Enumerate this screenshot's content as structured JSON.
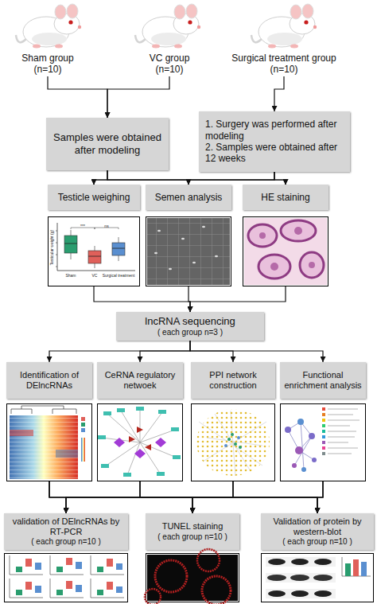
{
  "diagram": {
    "nodes": [
      {
        "text": [
          "Sham group (n=10)"
        ]
      },
      {
        "text": [
          "VC group (n=10)"
        ]
      },
      {
        "text": [
          "Surgical treatment group (n=10)"
        ]
      },
      {
        "text": [
          "Samples were obtained after modeling"
        ]
      },
      {
        "text": [
          "1. Surgery was performed after modeling",
          "2. Samples were obtained after 12 weeks"
        ]
      },
      {
        "text": [
          "Testicle weighing"
        ]
      },
      {
        "text": [
          "Semen analysis"
        ]
      },
      {
        "text": [
          "HE staining"
        ]
      },
      {
        "text": [
          "lncRNA sequencing",
          "( each group n=3 )"
        ]
      },
      {
        "text": [
          "Identification of DElncRNAs"
        ]
      },
      {
        "text": [
          "CeRNA regulatory netwoek"
        ]
      },
      {
        "text": [
          "PPI network construction"
        ]
      },
      {
        "text": [
          "Functional enrichment analysis"
        ]
      },
      {
        "text": [
          "validation of DElncRNAs by RT-PCR",
          "( each group n=10 )"
        ]
      },
      {
        "text": [
          "TUNEL staining",
          "( each group n=10 )"
        ]
      },
      {
        "text": [
          "Validation of protein by western-blot",
          "( each group n=10 )"
        ]
      }
    ],
    "edges": [
      {
        "from": 0,
        "to": 3,
        "arrow": "to"
      },
      {
        "from": 1,
        "to": 3,
        "arrow": "to"
      },
      {
        "from": 2,
        "to": 4,
        "arrow": "to"
      },
      {
        "from": 3,
        "to": 5,
        "arrow": "to"
      },
      {
        "from": 3,
        "to": 6,
        "arrow": "to"
      },
      {
        "from": 3,
        "to": 7,
        "arrow": "to"
      },
      {
        "from": 4,
        "to": 5,
        "arrow": "to"
      },
      {
        "from": 4,
        "to": 6,
        "arrow": "to"
      },
      {
        "from": 4,
        "to": 7,
        "arrow": "to"
      },
      {
        "from": 5,
        "to": 8,
        "arrow": "to"
      },
      {
        "from": 6,
        "to": 8,
        "arrow": "to"
      },
      {
        "from": 7,
        "to": 8,
        "arrow": "to"
      },
      {
        "from": 8,
        "to": 9,
        "arrow": "to"
      },
      {
        "from": 8,
        "to": 10,
        "arrow": "to"
      },
      {
        "from": 8,
        "to": 11,
        "arrow": "to"
      },
      {
        "from": 8,
        "to": 12,
        "arrow": "to"
      },
      {
        "from": 9,
        "to": 13,
        "arrow": "to"
      },
      {
        "from": 9,
        "to": 14,
        "arrow": "to"
      },
      {
        "from": 9,
        "to": 15,
        "arrow": "to"
      },
      {
        "from": 10,
        "to": 13,
        "arrow": "to"
      },
      {
        "from": 10,
        "to": 14,
        "arrow": "to"
      },
      {
        "from": 10,
        "to": 15,
        "arrow": "to"
      },
      {
        "from": 11,
        "to": 13,
        "arrow": "to"
      },
      {
        "from": 11,
        "to": 14,
        "arrow": "to"
      },
      {
        "from": 11,
        "to": 15,
        "arrow": "to"
      },
      {
        "from": 12,
        "to": 13,
        "arrow": "to"
      },
      {
        "from": 12,
        "to": 14,
        "arrow": "to"
      },
      {
        "from": 12,
        "to": 15,
        "arrow": "to"
      }
    ],
    "labels": [
      "***",
      "ns",
      "Sham",
      "VC",
      "Surgical treatment",
      "Testicular weight (g)"
    ]
  }
}
